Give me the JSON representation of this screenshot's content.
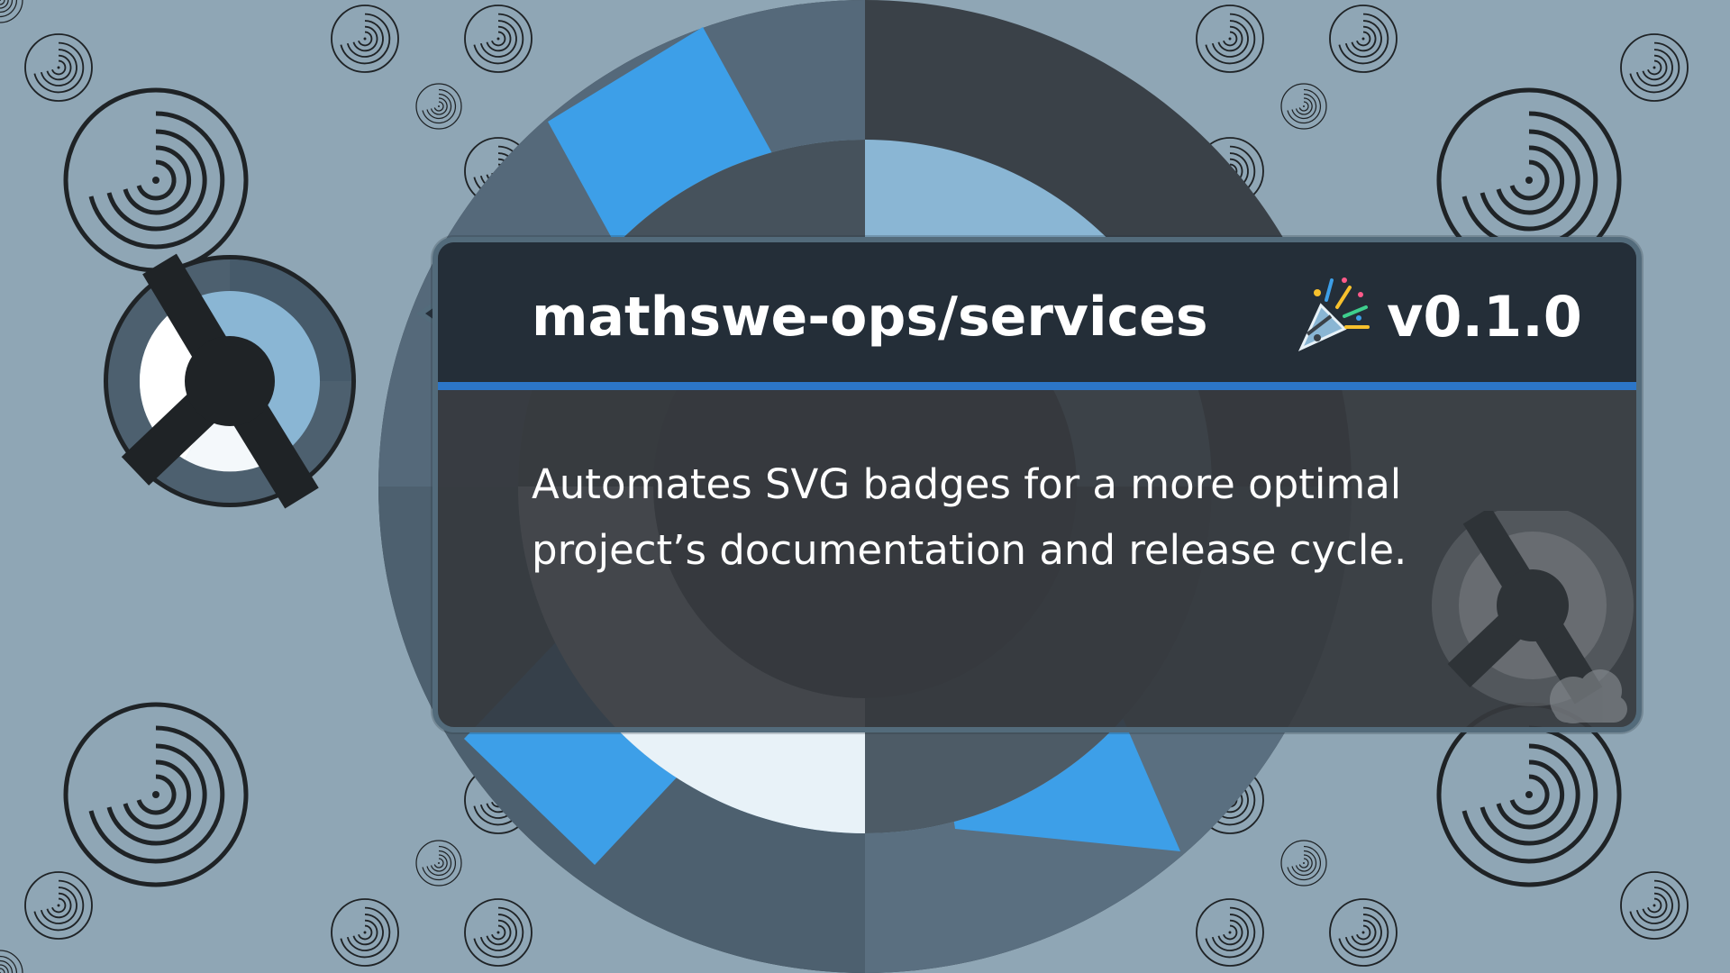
{
  "card": {
    "title": "mathswe-ops/services",
    "version": "v0.1.0",
    "description": "Automates SVG badges for a more optimal project’s documentation and release cycle."
  },
  "icons": {
    "celebration": "party-popper-icon",
    "logo": "mathswe-logo-icon",
    "background_ornament": "spiral-icon"
  },
  "colors": {
    "background": "#8fa6b5",
    "accent_blue": "#3d9fe8",
    "header": "#242e38",
    "card_body": "#36393d",
    "card_border": "#536b7b",
    "header_underline": "#2c76c8",
    "text": "#ffffff"
  }
}
